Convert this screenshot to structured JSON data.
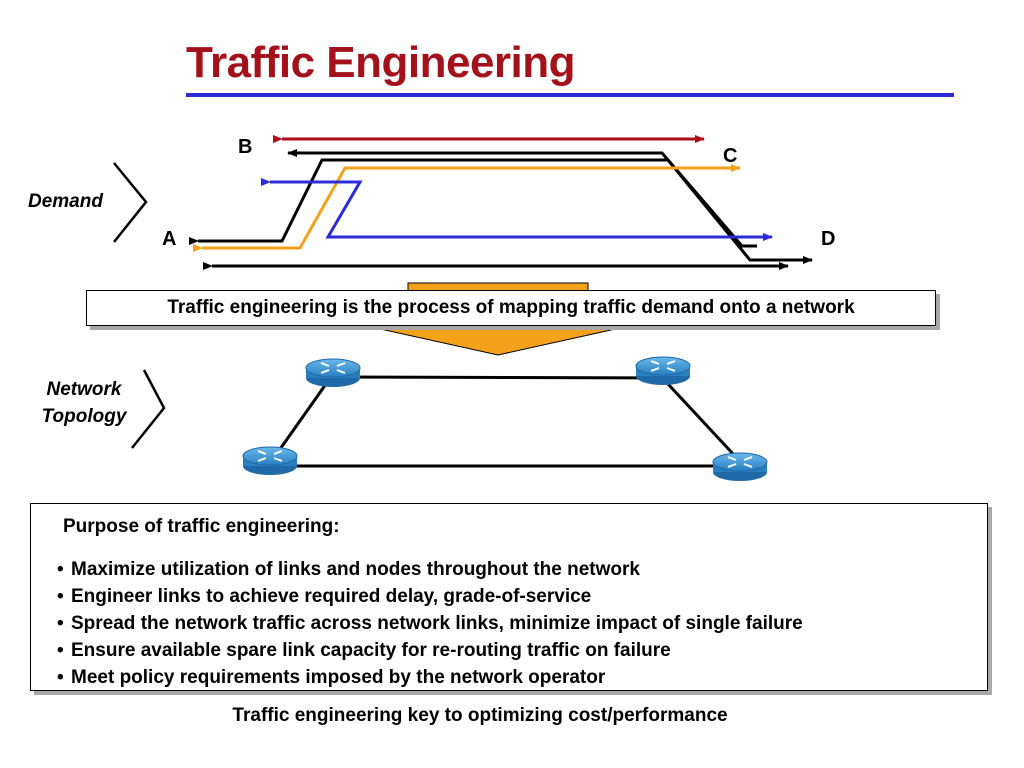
{
  "title": "Traffic Engineering",
  "nodes": {
    "a": "A",
    "b": "B",
    "c": "C",
    "d": "D"
  },
  "side_labels": {
    "demand": "Demand",
    "topology_line1": "Network",
    "topology_line2": "Topology"
  },
  "callout": "Traffic engineering is the process of mapping traffic demand onto a network",
  "purpose": {
    "heading": "Purpose of traffic engineering:",
    "bullet_symbol": "•",
    "items": [
      "Maximize utilization of links and nodes throughout the network",
      "Engineer links to achieve required delay, grade-of-service",
      "Spread the network traffic across network links, minimize impact of single failure",
      "Ensure available spare link capacity for re-routing traffic on failure",
      "Meet policy requirements imposed by the network operator"
    ]
  },
  "footer": "Traffic engineering key to optimizing cost/performance",
  "colors": {
    "title": "#a3121a",
    "title_rule": "#2b2bd8",
    "demand_red": "#b00d1a",
    "demand_orange": "#f4a21c",
    "demand_blue": "#2b2bd8",
    "demand_black": "#000000",
    "funnel": "#f4a21c",
    "router": "#3a98d8"
  },
  "icons": {
    "router": "router-icon",
    "brace": "right-brace-icon"
  }
}
